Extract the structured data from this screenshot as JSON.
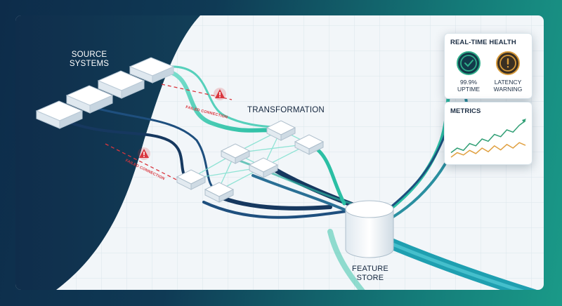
{
  "labels": {
    "source_systems": "SOURCE\nSYSTEMS",
    "transformation": "TRANSFORMATION",
    "feature_store": "FEATURE\nSTORE",
    "failed_connection_1": "FAILED CONNECTION",
    "failed_connection_2": "FAILED CONNECTION"
  },
  "health_panel": {
    "title": "REAL-TIME HEALTH",
    "uptime": {
      "value": "99.9%",
      "label": "UPTIME",
      "icon": "check-icon",
      "color": "#2fae8a"
    },
    "latency": {
      "value": "LATENCY",
      "label": "WARNING",
      "icon": "exclamation-icon",
      "color": "#d79a3a"
    }
  },
  "metrics_panel": {
    "title": "METRICS",
    "series": [
      {
        "color": "#2f9e74",
        "values": [
          2,
          3,
          2.5,
          4,
          3.5,
          5,
          4.5,
          6,
          5.5,
          7,
          6.5,
          8,
          9
        ]
      },
      {
        "color": "#e0a040",
        "values": [
          1,
          2,
          1.5,
          2.5,
          1.8,
          3,
          2.2,
          3.5,
          2.6,
          3.8,
          3,
          4.2,
          3.6
        ]
      }
    ]
  },
  "colors": {
    "accent": "#2bbfa4",
    "navy": "#16385f",
    "alert": "#d9363e"
  }
}
